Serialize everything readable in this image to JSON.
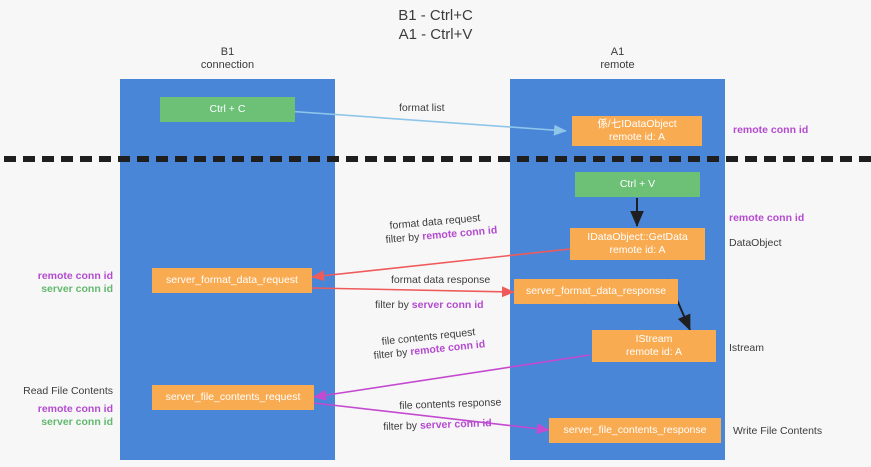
{
  "diagram": {
    "title": "B1 - Ctrl+C\nA1 - Ctrl+V",
    "lanes": [
      {
        "id": "b1",
        "label": "B1\nconnection"
      },
      {
        "id": "a1",
        "label": "A1\nremote"
      }
    ],
    "nodes": [
      {
        "id": "ctrl-c",
        "label": "Ctrl + C",
        "color": "#6cc177"
      },
      {
        "id": "idataobject-remote",
        "label": "係/七IDataObject\nremote id: A",
        "color": "#f9ab52"
      },
      {
        "id": "ctrl-v",
        "label": "Ctrl + V",
        "color": "#6cc177"
      },
      {
        "id": "idataobject-getdata",
        "label": "IDataObject::GetData\nremote id: A",
        "color": "#f9ab52"
      },
      {
        "id": "server-format-data-request",
        "label": "server_format_data_request",
        "color": "#f9ab52"
      },
      {
        "id": "server-format-data-response",
        "label": "server_format_data_response",
        "color": "#f9ab52"
      },
      {
        "id": "istream-remote",
        "label": "IStream\nremote id: A",
        "color": "#f9ab52"
      },
      {
        "id": "server-file-contents-request",
        "label": "server_file_contents_request",
        "color": "#f9ab52"
      },
      {
        "id": "server-file-contents-response",
        "label": "server_file_contents_response",
        "color": "#f9ab52"
      }
    ],
    "edge_labels": {
      "format_list": "format list",
      "format_data_request": "format data request",
      "format_data_request_filter_prefix": "filter by ",
      "format_data_request_filter_value": "remote conn id",
      "format_data_response": "format data response",
      "format_data_response_filter_prefix": "filter by ",
      "format_data_response_filter_value": "server conn id",
      "file_contents_request": "file contents request",
      "file_contents_request_filter_prefix": "filter by ",
      "file_contents_request_filter_value": "remote conn id",
      "file_contents_response": "file contents response",
      "file_contents_response_filter_prefix": "filter by ",
      "file_contents_response_filter_value": "server conn id"
    },
    "annotations": {
      "right_remote_conn_id_top": "remote conn id",
      "right_remote_conn_id_mid": "remote conn id",
      "right_dataobject": "DataObject",
      "right_istream": "Istream",
      "right_write_file_contents": "Write File Contents",
      "left_remote_conn_id_mid": "remote conn id",
      "left_server_conn_id_mid": "server conn id",
      "left_read_file_contents": "Read File Contents",
      "left_remote_conn_id_bot": "remote conn id",
      "left_server_conn_id_bot": "server conn id"
    },
    "colors": {
      "lane": "#4a86d8",
      "box_green": "#6cc177",
      "box_orange": "#f9ab52",
      "purple": "#b44ad0",
      "green_text": "#62b96e",
      "arrow_blue": "#8ec6ea",
      "arrow_red": "#ef5a5a",
      "arrow_black": "#1f1f1f",
      "arrow_magenta": "#c44ad0",
      "background": "#f7f7f7"
    }
  }
}
